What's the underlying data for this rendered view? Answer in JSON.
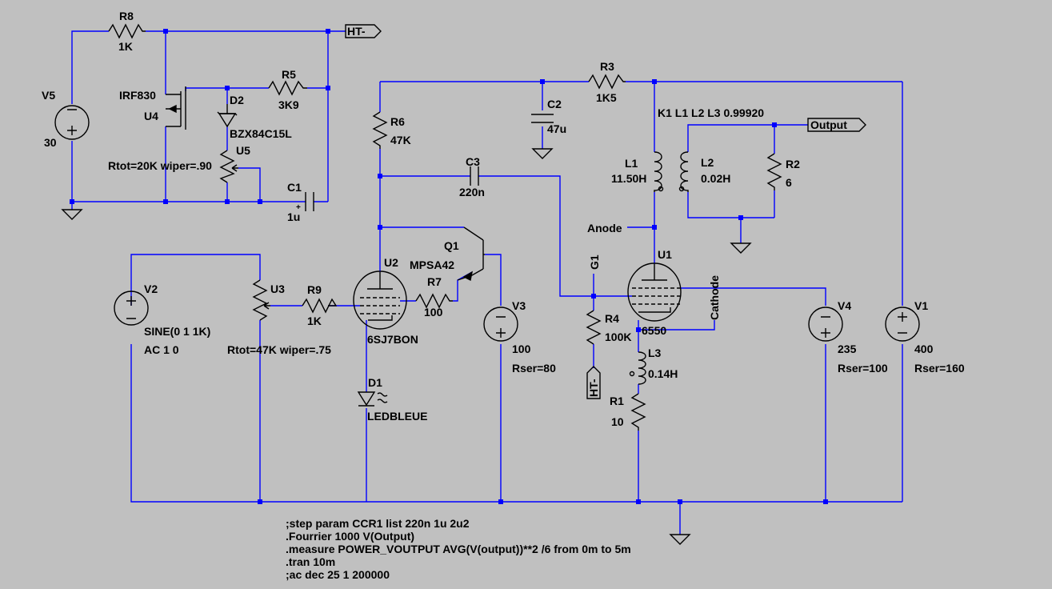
{
  "labels": {
    "r8_name": "R8",
    "r8_val": "1K",
    "ht_flag_top": "HT-",
    "v5_name": "V5",
    "v5_val": "30",
    "irf": "IRF830",
    "u4": "U4",
    "d2": "D2",
    "bzx": "BZX84C15L",
    "r5_name": "R5",
    "r5_val": "3K9",
    "u5": "U5",
    "u5_param": "Rtot=20K wiper=.90",
    "c1_name": "C1",
    "c1_val": "1u",
    "c1_plus": "+",
    "r6_name": "R6",
    "r6_val": "47K",
    "c2_name": "C2",
    "c2_val": "47u",
    "r3_name": "R3",
    "r3_val": "1K5",
    "k1": "K1 L1 L2 L3 0.99920",
    "output_flag": "Output",
    "c3_name": "C3",
    "c3_val": "220n",
    "l1_name": "L1",
    "l1_val": "11.50H",
    "l2_name": "L2",
    "l2_val": "0.02H",
    "r2_name": "R2",
    "r2_val": "6",
    "anode": "Anode",
    "q1_name": "Q1",
    "q1_val": "MPSA42",
    "u2": "U2",
    "g1": "G1",
    "u1": "U1",
    "r7_name": "R7",
    "r7_val": "100",
    "r9_name": "R9",
    "r9_val": "1K",
    "u3": "U3",
    "u3_param": "Rtot=47K wiper=.75",
    "v2_name": "V2",
    "v2_line1": "SINE(0 1 1K)",
    "v2_line2": "AC 1 0",
    "tube_u2": "6SJ7BON",
    "v3_name": "V3",
    "v3_val": "100",
    "v3_rser": "Rser=80",
    "r4_name": "R4",
    "r4_val": "100K",
    "tube_u1": "6550",
    "cathode": "Cathode",
    "v4_name": "V4",
    "v4_val": "235",
    "v4_rser": "Rser=100",
    "v1_name": "V1",
    "v1_val": "400",
    "v1_rser": "Rser=160",
    "l3_name": "L3",
    "l3_val": "0.14H",
    "ht_flag_r4": "HT-",
    "r1_name": "R1",
    "r1_val": "10",
    "d1_name": "D1",
    "d1_val": "LEDBLEUE"
  },
  "directives": [
    ";step param CCR1 list 220n 1u 2u2",
    ".Fourrier 1000 V(Output)",
    ".measure POWER_VOUTPUT AVG(V(output))**2 /6 from 0m to 5m",
    ".tran 10m",
    ";ac dec 25 1 200000"
  ],
  "colors": {
    "background": "#c0c0c0",
    "wire": "#0000ff",
    "component": "#000000"
  }
}
